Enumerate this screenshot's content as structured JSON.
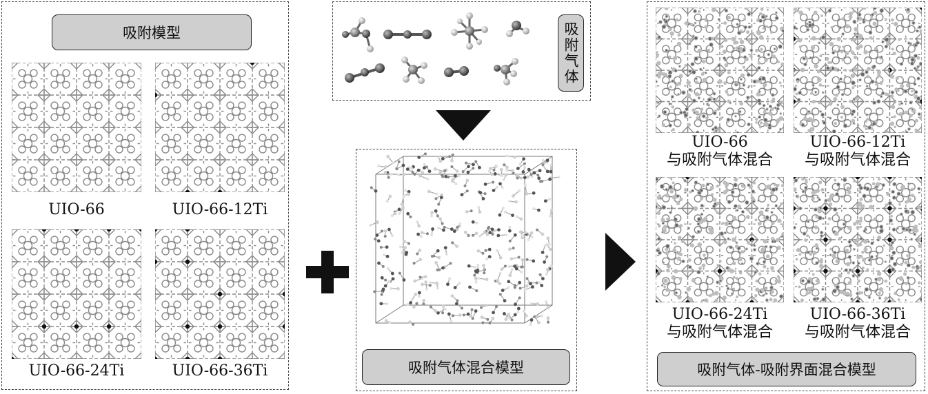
{
  "left_panel": {
    "title": "吸附模型",
    "models": [
      {
        "label": "UIO-66",
        "doping": 0
      },
      {
        "label": "UIO-66-12Ti",
        "doping": 12
      },
      {
        "label": "UIO-66-24Ti",
        "doping": 24
      },
      {
        "label": "UIO-66-36Ti",
        "doping": 36
      }
    ]
  },
  "gas_panel": {
    "title": "吸附气体",
    "molecules": [
      "formic-molecule",
      "co2-molecule",
      "sf6-molecule",
      "water-molecule",
      "o2-molecule",
      "methane-molecule",
      "co-molecule",
      "methane-molecule-2"
    ]
  },
  "middle_panel": {
    "title": "吸附气体混合模型"
  },
  "right_panel": {
    "title": "吸附气体-吸附界面混合模型",
    "items": [
      {
        "line1": "UIO-66",
        "line2": "与吸附气体混合"
      },
      {
        "line1": "UIO-66-12Ti",
        "line2": "与吸附气体混合"
      },
      {
        "line1": "UIO-66-24Ti",
        "line2": "与吸附气体混合"
      },
      {
        "line1": "UIO-66-36Ti",
        "line2": "与吸附气体混合"
      }
    ]
  },
  "symbols": {
    "plus": "+",
    "arrow_down": "▼",
    "arrow_right": "▶"
  }
}
